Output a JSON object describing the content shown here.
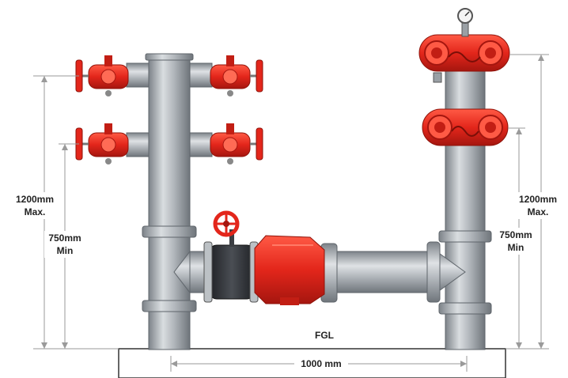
{
  "labels": {
    "left_max": "1200mm",
    "left_max_suffix": "Max.",
    "left_min": "750mm",
    "left_min_suffix": "Min",
    "right_max": "1200mm",
    "right_max_suffix": "Max.",
    "right_min": "750mm",
    "right_min_suffix": "Min",
    "ground": "FGL",
    "width": "1000 mm"
  },
  "colors": {
    "pipe": "#a9aeb3",
    "pipe_dark": "#6f757b",
    "valve_red": "#e3261b",
    "valve_dark_red": "#a5160f",
    "body_black": "#2f3237",
    "dimension_line": "#9a9a9a"
  },
  "icons": {
    "landing_valve": "landing-valve-icon",
    "hand_wheel": "hand-wheel-icon",
    "pressure_gauge": "pressure-gauge-icon",
    "check_valve": "check-valve-icon"
  }
}
